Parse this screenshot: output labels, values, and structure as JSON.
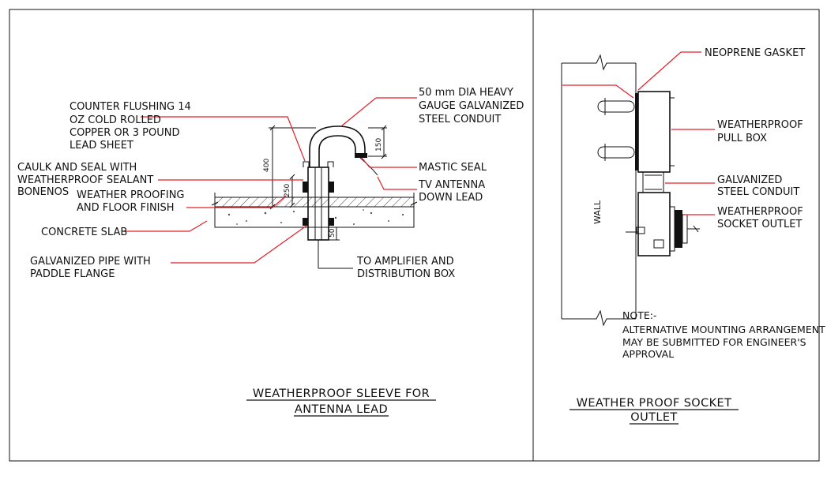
{
  "colors": {
    "leader": "#e0202a",
    "ink": "#111111",
    "background": "#ffffff"
  },
  "left": {
    "labels": {
      "counter_flushing": [
        "COUNTER FLUSHING 14",
        "OZ COLD ROLLED",
        "COPPER OR 3 POUND",
        "LEAD SHEET"
      ],
      "conduit": [
        "50 mm DIA HEAVY",
        "GAUGE GALVANIZED",
        "STEEL CONDUIT"
      ],
      "caulk": [
        "CAULK AND SEAL WITH",
        "WEATHERPROOF SEALANT",
        "BONENOS"
      ],
      "weather_proofing": [
        "WEATHER PROOFING",
        "AND FLOOR FINISH"
      ],
      "mastic": "MASTIC SEAL",
      "tv_antenna": [
        "TV ANTENNA",
        "DOWN LEAD"
      ],
      "concrete": "CONCRETE SLAB",
      "galv_pipe": [
        "GALVANIZED PIPE WITH",
        "PADDLE FLANGE"
      ],
      "amplifier": [
        "TO AMPLIFIER AND",
        "DISTRIBUTION BOX"
      ]
    },
    "dimensions": {
      "d400": "400",
      "d150": "150",
      "d250": "250",
      "d50": "50"
    },
    "title": [
      "WEATHERPROOF SLEEVE FOR",
      "ANTENNA LEAD"
    ]
  },
  "right": {
    "labels": {
      "gasket": "NEOPRENE GASKET",
      "pull_box": [
        "WEATHERPROOF",
        "PULL BOX"
      ],
      "galv_conduit": [
        "GALVANIZED",
        "STEEL CONDUIT"
      ],
      "socket": [
        "WEATHERPROOF",
        "SOCKET OUTLET"
      ],
      "wall": "WALL"
    },
    "note": [
      "NOTE:-",
      "ALTERNATIVE MOUNTING ARRANGEMENT",
      "MAY BE SUBMITTED FOR ENGINEER'S",
      "APPROVAL"
    ],
    "title": [
      "WEATHER PROOF SOCKET",
      "OUTLET"
    ]
  }
}
